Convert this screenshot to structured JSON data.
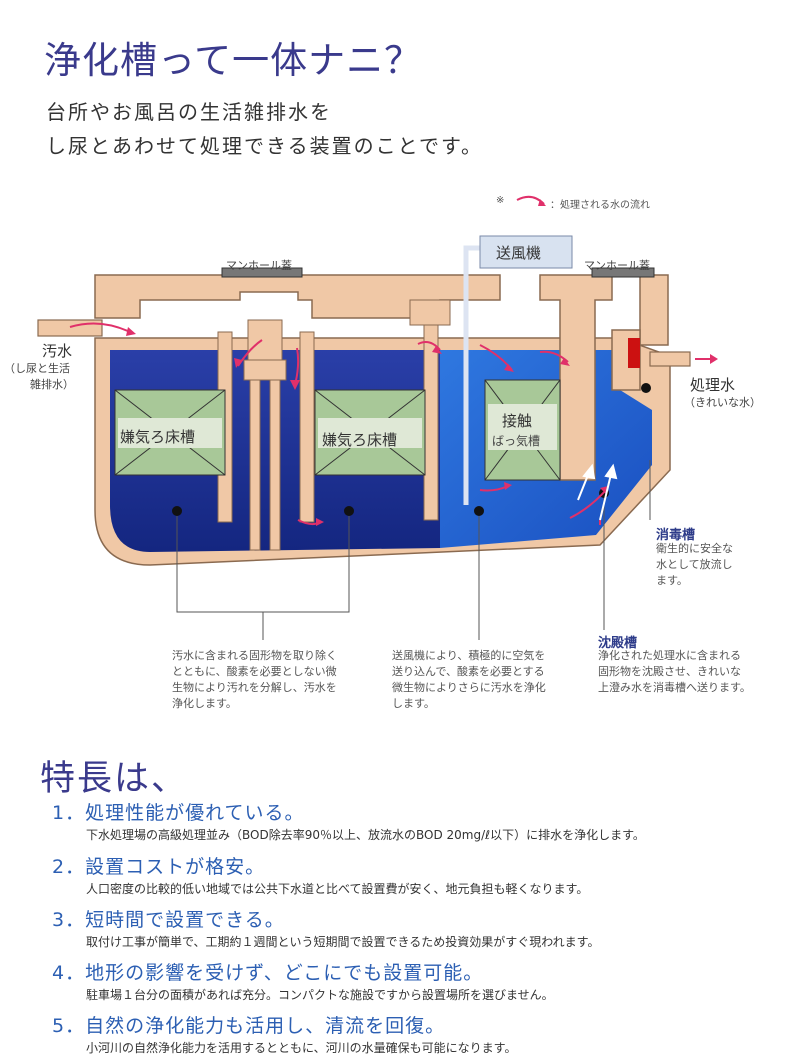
{
  "title": "浄化槽って一体ナニ？",
  "intro": [
    "台所やお風呂の生活雑排水を",
    "し尿とあわせて処理できる装置のことです。"
  ],
  "legend": {
    "marker": "※",
    "text": "：処理される水の流れ"
  },
  "diagram": {
    "blower": "送風機",
    "manhole_left": "マンホール蓋",
    "manhole_right": "マンホール蓋",
    "inlet_title": "汚水",
    "inlet_sub": [
      "（し尿と生活",
      "雑排水）"
    ],
    "outlet_title": "処理水",
    "outlet_sub": "（きれいな水）",
    "chamber1": "嫌気ろ床槽",
    "chamber2": "嫌気ろ床槽",
    "chamber3_line1": "接触",
    "chamber3_line2": "ばっ気槽",
    "disinfection_title": "消毒槽",
    "disinfection_desc": [
      "衛生的に安全な",
      "水として放流し",
      "ます。"
    ],
    "sedimentation_title": "沈殿槽",
    "sedimentation_desc": [
      "浄化された処理水に含まれる",
      "固形物を沈殿させ、きれいな",
      "上澄み水を消毒槽へ送ります。"
    ],
    "anaerobic_desc": [
      "汚水に含まれる固形物を取り除く",
      "とともに、酸素を必要としない微",
      "生物により汚れを分解し、汚水を",
      "浄化します。"
    ],
    "aeration_desc": [
      "送風機により、積極的に空気を",
      "送り込んで、酸素を必要とする",
      "微生物によりさらに汚水を浄化",
      "します。"
    ]
  },
  "features_heading": "特長は、",
  "features": [
    {
      "title": "1．処理性能が優れている。",
      "desc": "下水処理場の高級処理並み（BOD除去率90％以上、放流水のBOD 20mg/ℓ以下）に排水を浄化します。"
    },
    {
      "title": "2．設置コストが格安。",
      "desc": "人口密度の比較的低い地域では公共下水道と比べて設置費が安く、地元負担も軽くなります。"
    },
    {
      "title": "3．短時間で設置できる。",
      "desc": "取付け工事が簡単で、工期約１週間という短期間で設置できるため投資効果がすぐ現われます。"
    },
    {
      "title": "4．地形の影響を受けず、どこにでも設置可能。",
      "desc": "駐車場１台分の面積があれば充分。コンパクトな施設ですから設置場所を選びません。"
    },
    {
      "title": "5．自然の浄化能力も活用し、清流を回復。",
      "desc": "小河川の自然浄化能力を活用するとともに、河川の水量確保も可能になります。"
    }
  ],
  "colors": {
    "title": "#3a3a8c",
    "feature_title": "#2c5fb3",
    "pipe": "#f0c8a6",
    "water_dark": "#1e2f8f",
    "water_light": "#2a6fd6",
    "media": "#a8c898",
    "arrow": "#e0306a",
    "valve": "#cc1111"
  }
}
